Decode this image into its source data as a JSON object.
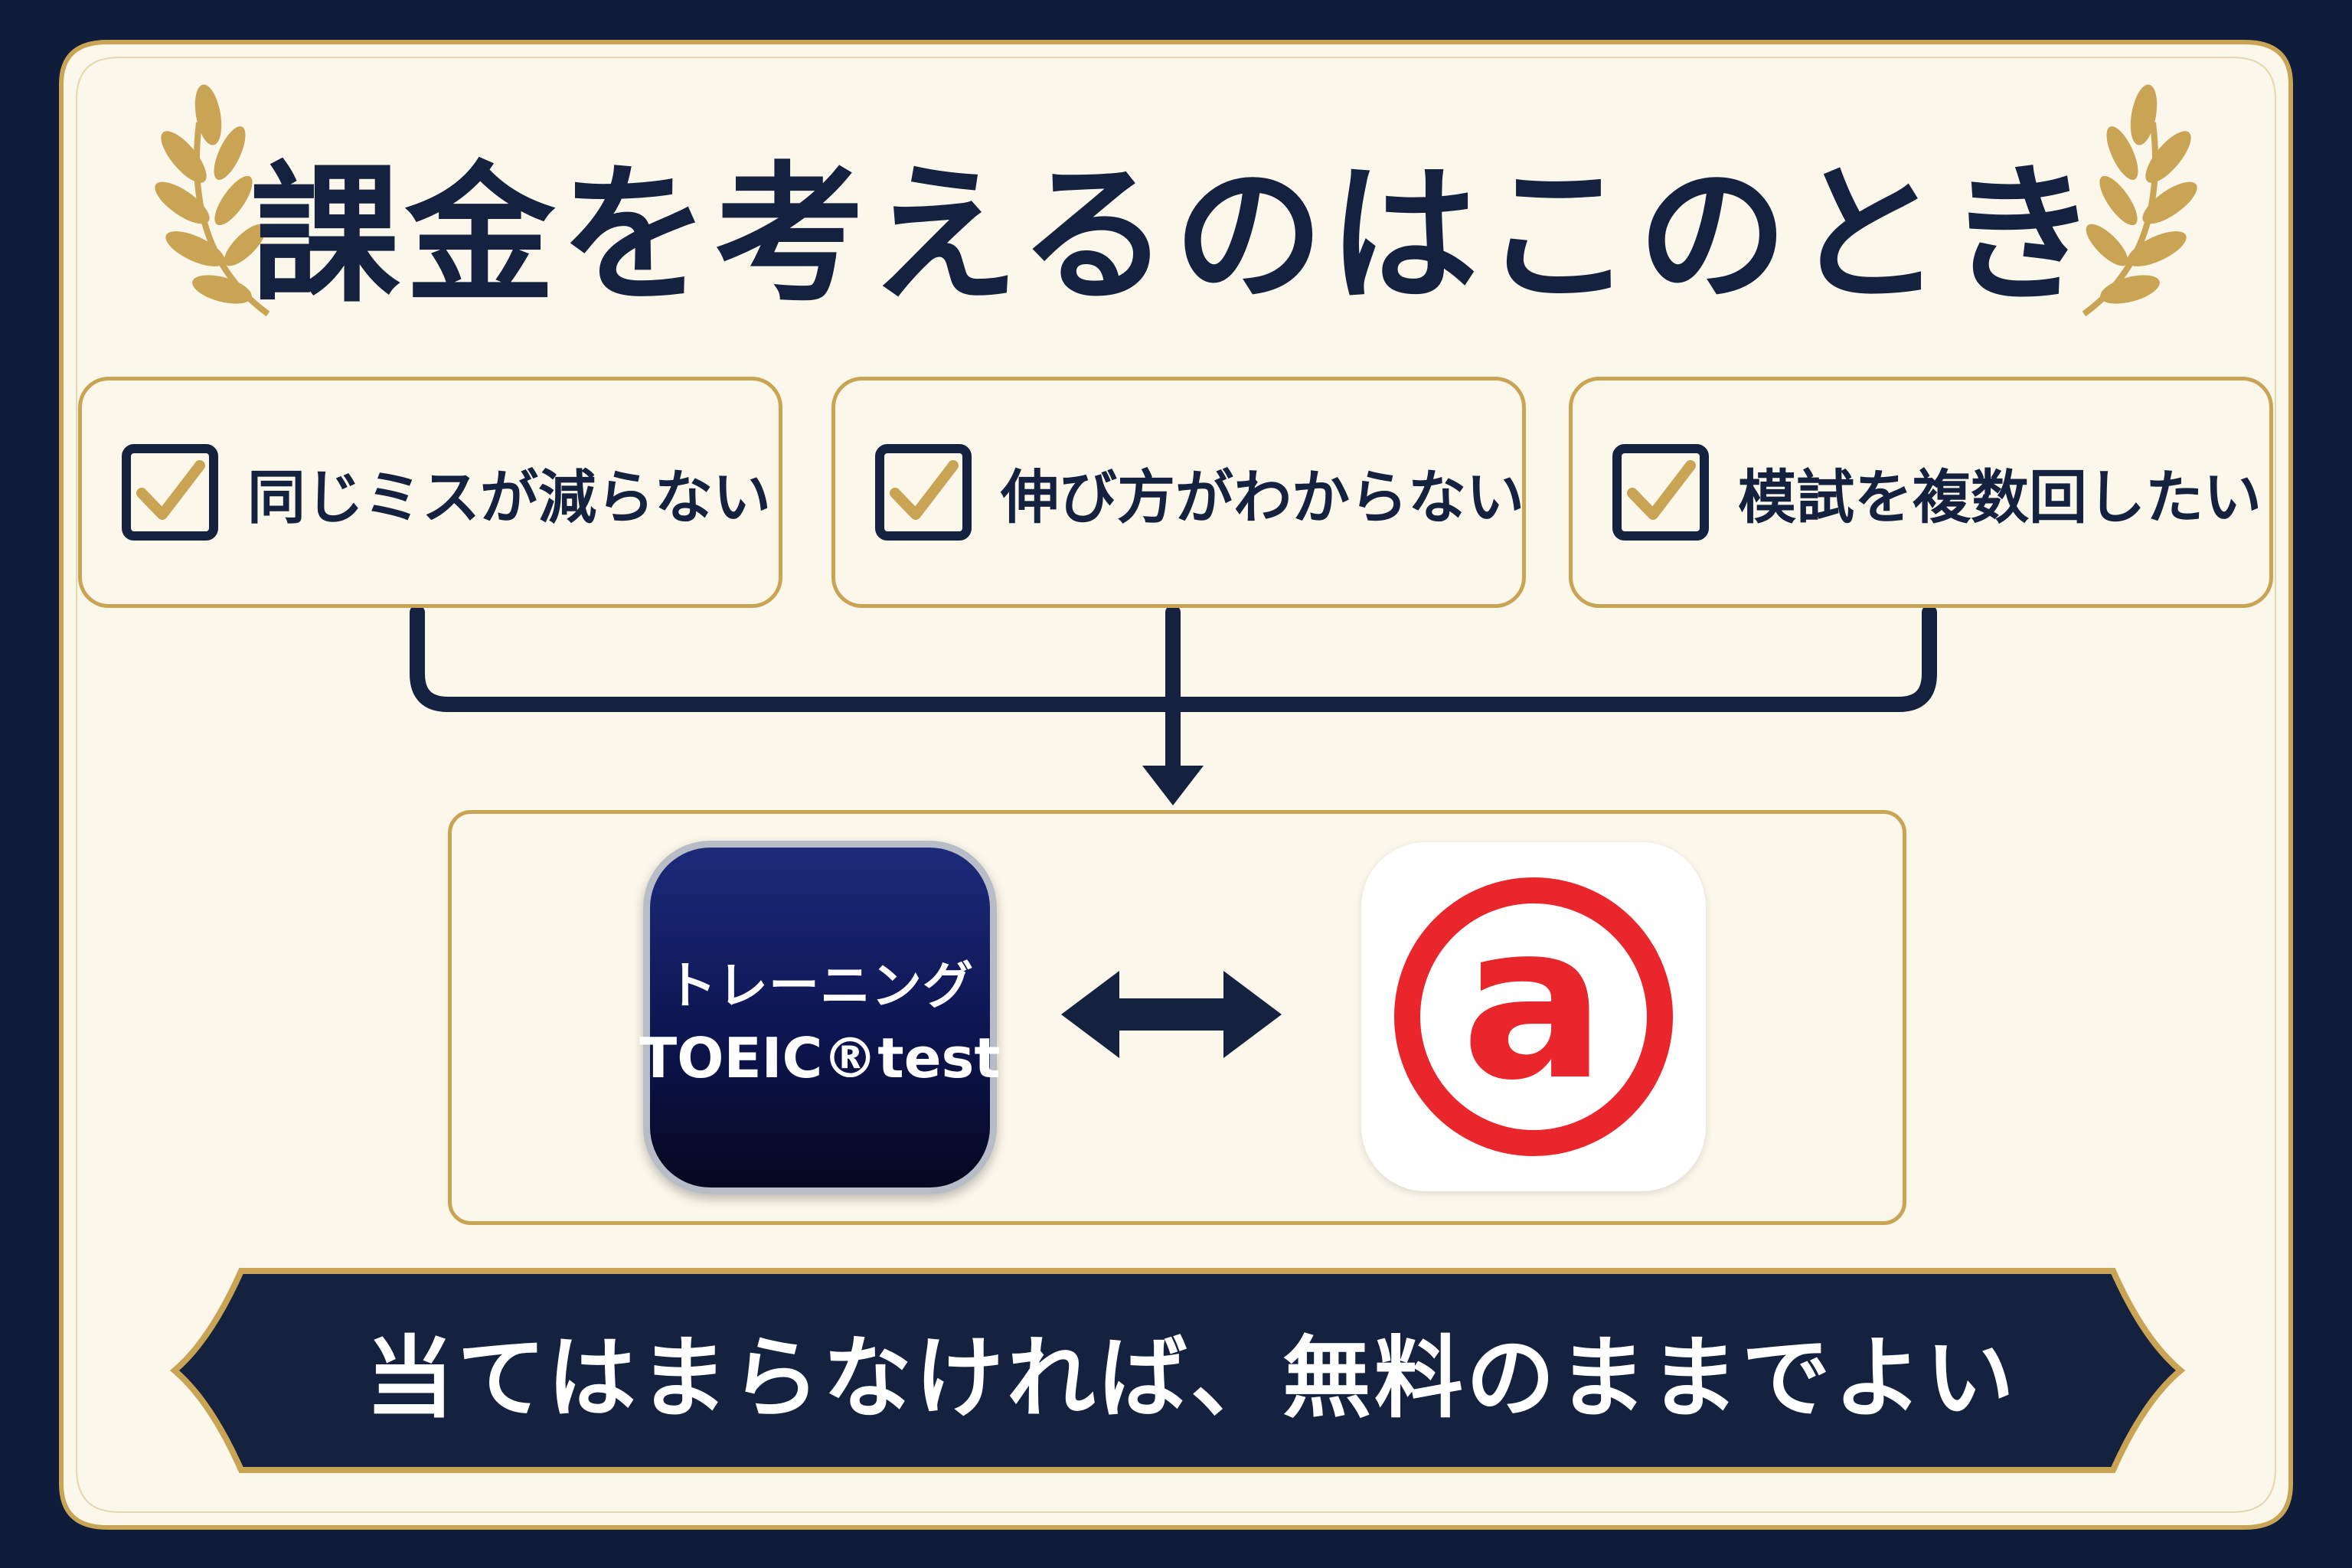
{
  "title": "課金を考えるのはこのとき",
  "conditions": [
    {
      "label": "同じミスが減らない"
    },
    {
      "label": "伸び方がわからない"
    },
    {
      "label": "模試を複数回したい"
    }
  ],
  "apps": {
    "left": {
      "line1": "トレーニング",
      "line2": "TOEIC®test"
    },
    "right": {
      "glyph": "a"
    }
  },
  "conclusion": "当てはまらなければ、無料のままでよい",
  "colors": {
    "navy": "#14213f",
    "gold": "#c9a455",
    "cream": "#fbf7ea",
    "red": "#e8262b"
  }
}
